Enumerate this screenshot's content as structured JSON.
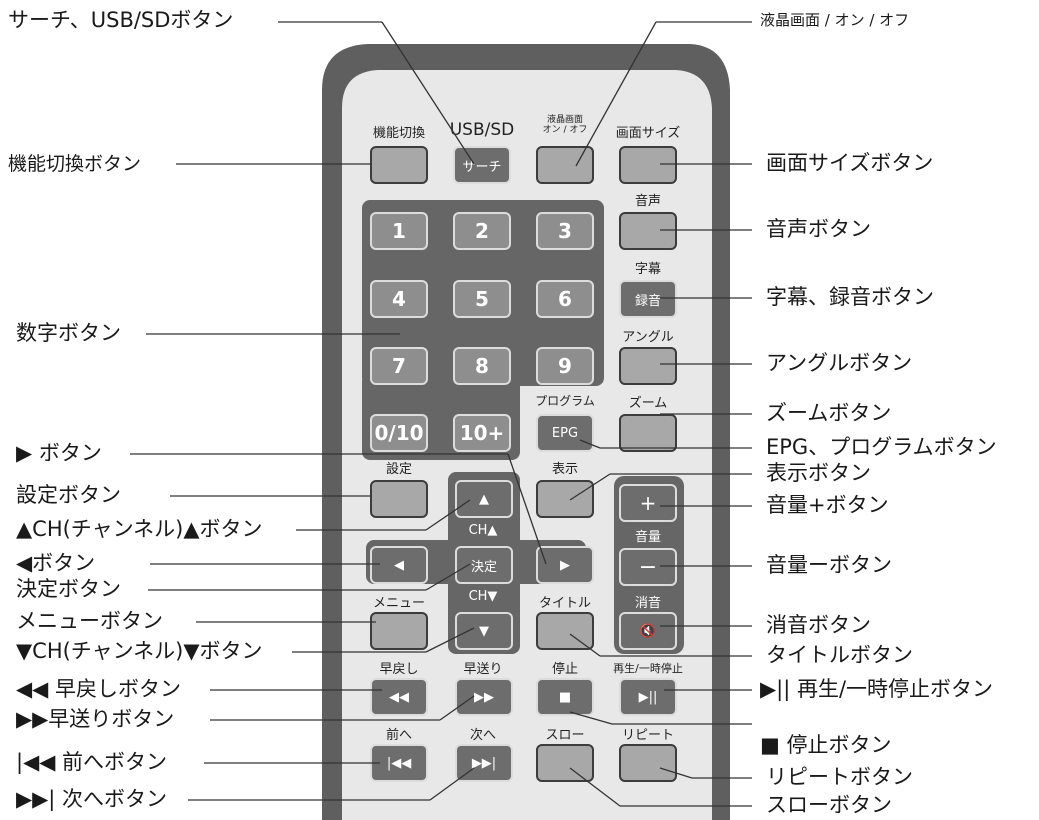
{
  "callouts_left": [
    "サーチ、USB/SDボタン",
    "機能切換ボタン",
    "数字ボタン",
    "▶ ボタン",
    "設定ボタン",
    "▲CH(チャンネル)▲ボタン",
    "◀ボタン",
    "決定ボタン",
    "メニューボタン",
    "▼CH(チャンネル)▼ボタン",
    "◀◀ 早戻しボタン",
    "▶▶早送りボタン",
    "|◀◀ 前へボタン",
    "▶▶| 次へボタン"
  ],
  "callouts_right": [
    "液晶画面 / オン / オフ",
    "画面サイズボタン",
    "音声ボタン",
    "字幕、録音ボタン",
    "アングルボタン",
    "ズームボタン",
    "EPG、プログラムボタン",
    "表示ボタン",
    "音量+ボタン",
    "音量ーボタン",
    "消音ボタン",
    "タイトルボタン",
    "▶|| 再生/一時停止ボタン",
    "■ 停止ボタン",
    "リピートボタン",
    "スローボタン"
  ],
  "remote_labels": {
    "func": "機能切換",
    "usb": "USB/SD",
    "lcd": "液晶画面\nオン / オフ",
    "screen": "画面サイズ",
    "audio": "音声",
    "subtitle": "字幕",
    "angle": "アングル",
    "program": "プログラム",
    "zoom": "ズーム",
    "setting": "設定",
    "display": "表示",
    "ch_up": "CH▲",
    "ch_down": "CH▼",
    "menu": "メニュー",
    "title": "タイトル",
    "volume": "音量",
    "mute": "消音",
    "rew": "早戻し",
    "ff": "早送り",
    "stop": "停止",
    "playpause": "再生/一時停止",
    "prev": "前へ",
    "next": "次へ",
    "slow": "スロー",
    "repeat": "リピート"
  },
  "button_faces": {
    "search": "サーチ",
    "record": "録音",
    "epg": "EPG",
    "enter": "決定",
    "plus": "+",
    "minus": "−",
    "numbers": [
      "1",
      "2",
      "3",
      "4",
      "5",
      "6",
      "7",
      "8",
      "9",
      "0/10",
      "10+"
    ]
  }
}
